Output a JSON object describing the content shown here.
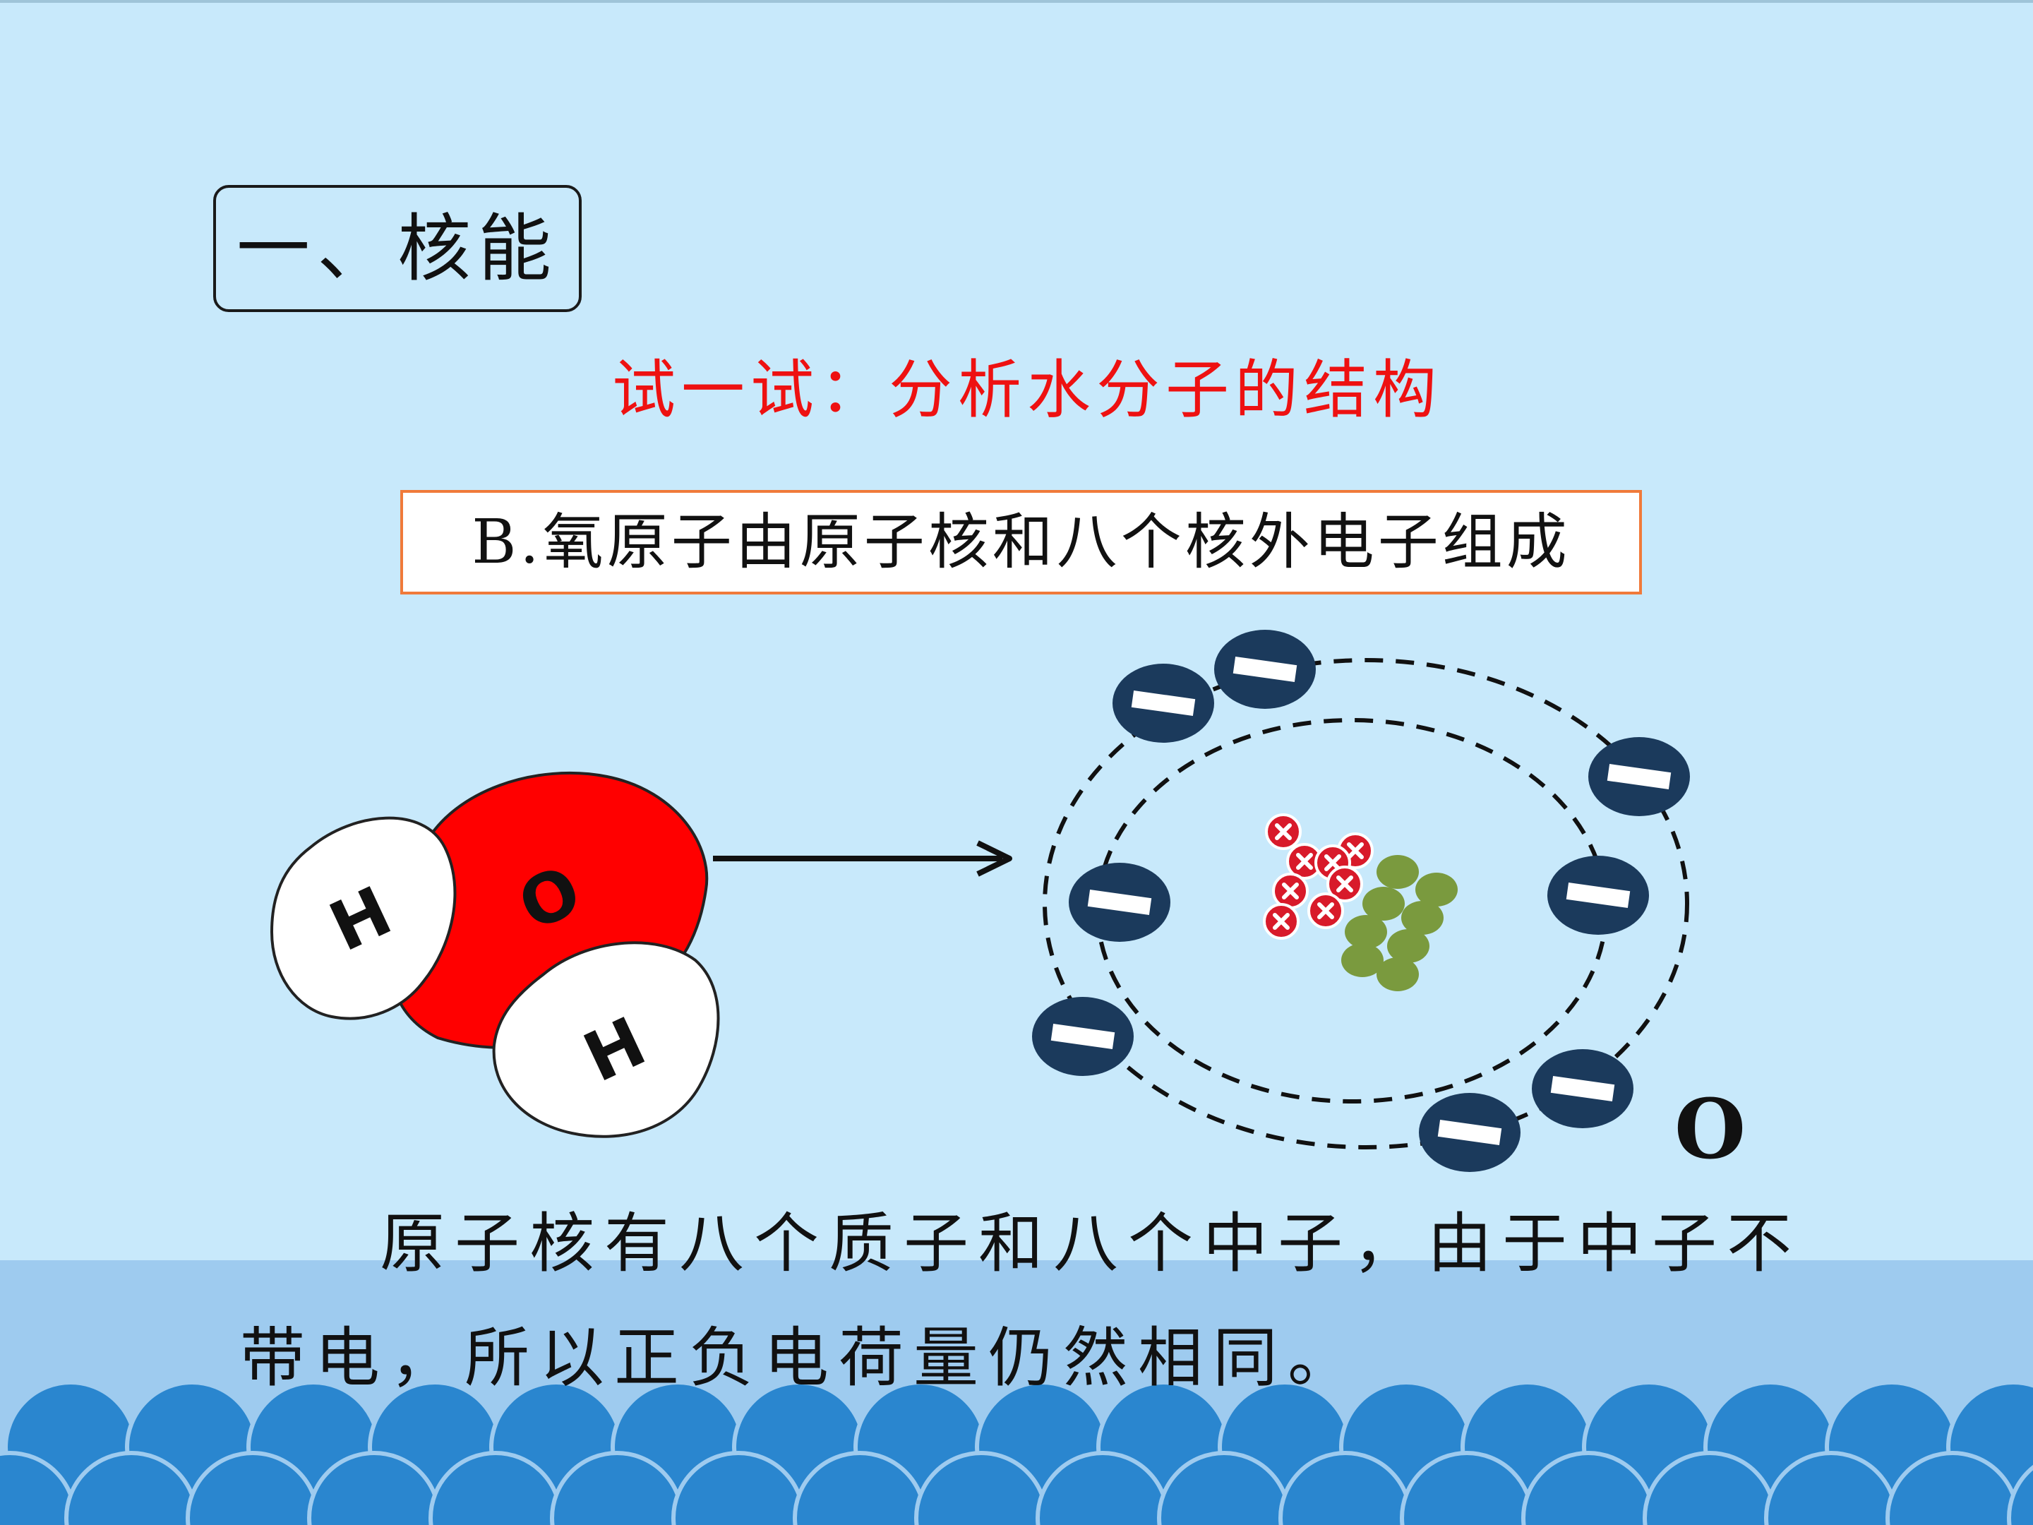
{
  "slide": {
    "heading": "一、核能",
    "subtitle": "试一试：分析水分子的结构",
    "statement": "B.氧原子由原子核和八个核外电子组成",
    "body": {
      "line1": "原子核有八个质子和八个中子，由于中子不",
      "line2": "带电，所以正负电荷量仍然相同。"
    }
  },
  "molecule": {
    "oxygen_letter": "O",
    "hydrogen_letter": "H"
  },
  "atom": {
    "element_label": "O",
    "electron_count": 8,
    "proton_count": 8,
    "neutron_count": 8
  },
  "colors": {
    "background": "#c8e9fb",
    "subtitle": "#ee1111",
    "statement_border": "#f07a3a",
    "oxygen": "#ff0000",
    "electron": "#1b3a5c",
    "proton": "#d81a2a",
    "neutron": "#7a9a3e",
    "wave_light": "#9ecbef",
    "wave_dark": "#2a86cf"
  }
}
